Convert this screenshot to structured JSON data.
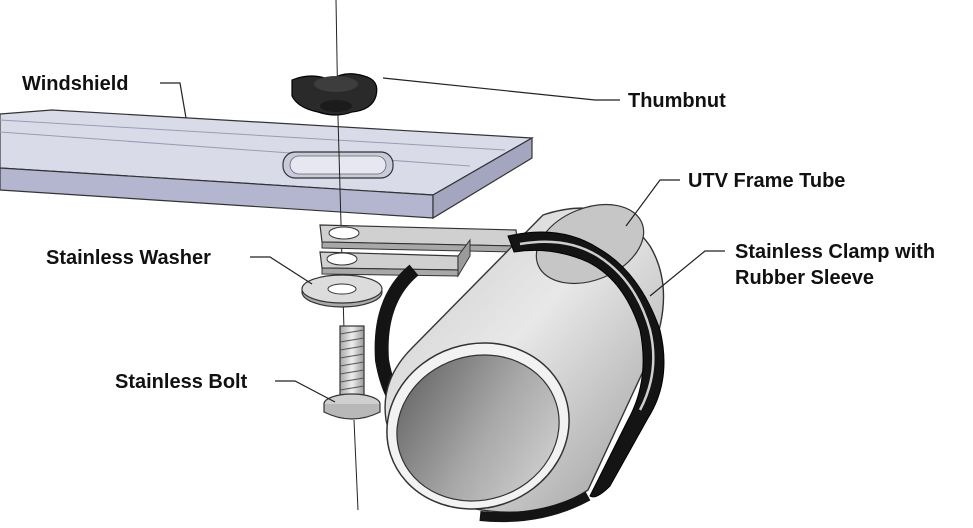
{
  "labels": {
    "windshield": "Windshield",
    "thumbnut": "Thumbnut",
    "utv_frame_tube": "UTV Frame Tube",
    "stainless_clamp_line1": "Stainless Clamp with",
    "stainless_clamp_line2": "Rubber Sleeve",
    "stainless_washer": "Stainless Washer",
    "stainless_bolt": "Stainless Bolt"
  },
  "colors": {
    "windshield_top": "#dadbe8",
    "windshield_front": "#b4b6cf",
    "thumbnut": "#2a2a2a",
    "bracket": "#c9c9c9",
    "tube_light": "#e2e2e2",
    "tube_dark": "#8a8a8a",
    "rubber": "#141414",
    "leader": "#222222"
  }
}
